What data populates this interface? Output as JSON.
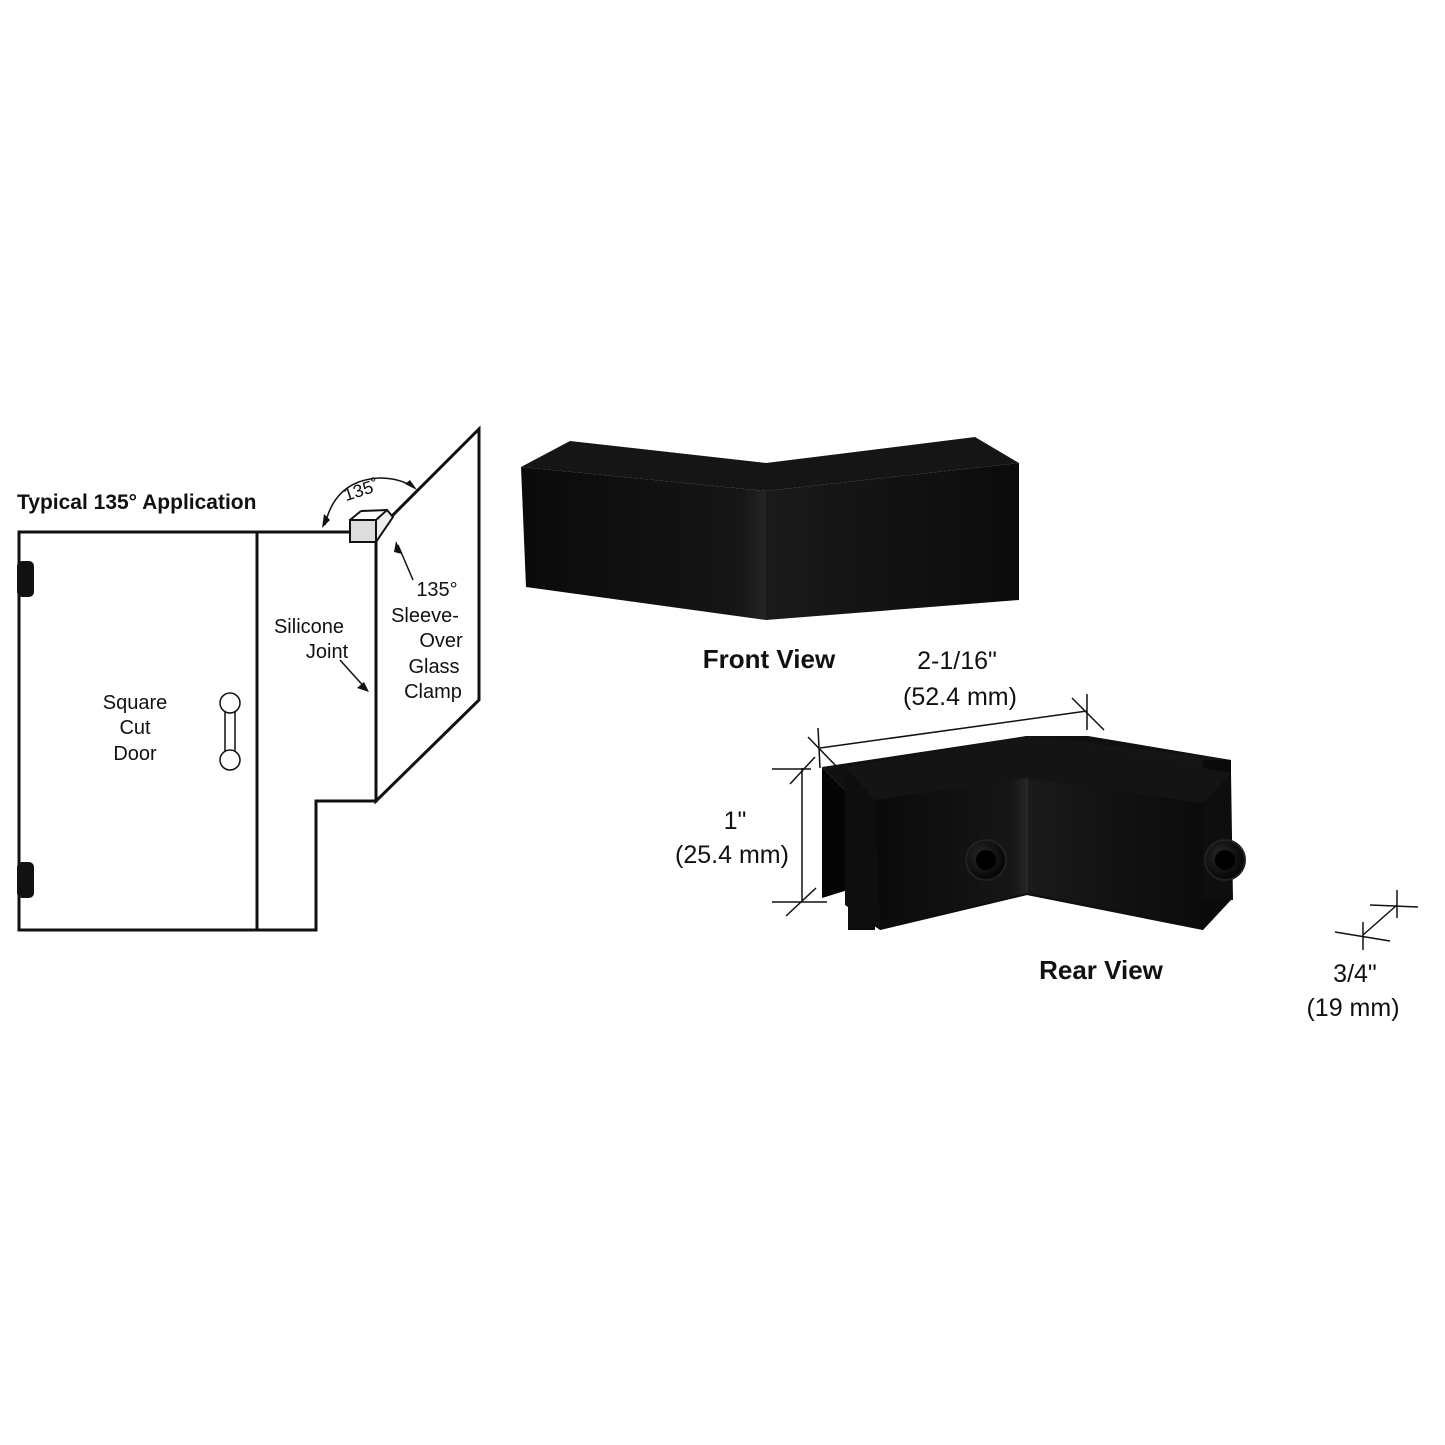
{
  "application_diagram": {
    "title": "Typical 135° Application",
    "angle_label": "135˚",
    "door_label": [
      "Square",
      "Cut",
      "Door"
    ],
    "silicone_label": [
      "Silicone",
      "Joint"
    ],
    "clamp_label": [
      "135°",
      "Sleeve-",
      "Over",
      "Glass",
      "Clamp"
    ]
  },
  "front_view": {
    "caption": "Front View"
  },
  "rear_view": {
    "caption": "Rear View",
    "width_dimension": [
      "2-1/16\"",
      "(52.4 mm)"
    ],
    "height_dimension": [
      "1\"",
      "(25.4 mm)"
    ],
    "depth_dimension": [
      "3/4\"",
      "(19 mm)"
    ]
  },
  "colors": {
    "product_finish": "#0e0e0e",
    "line": "#111111",
    "background": "#ffffff"
  }
}
